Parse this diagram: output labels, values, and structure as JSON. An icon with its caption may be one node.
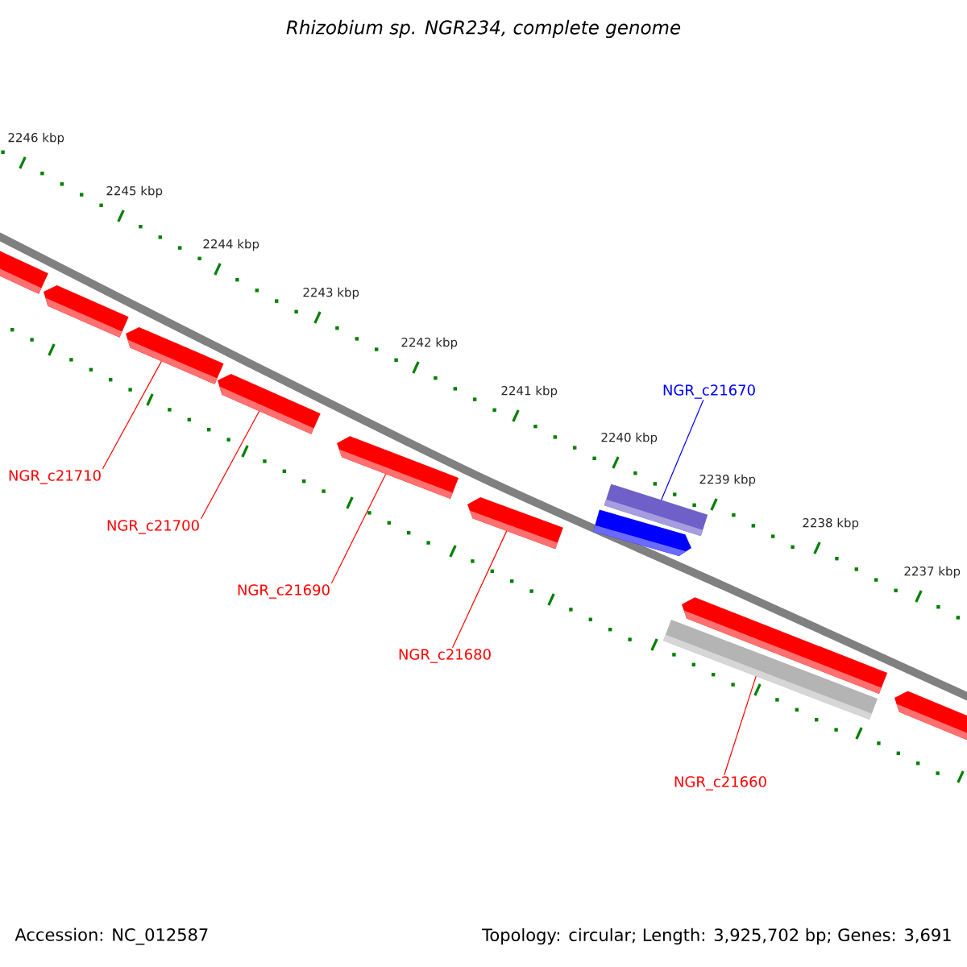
{
  "diagram": {
    "title": "Rhizobium sp. NGR234, complete genome",
    "nodes": [
      {
        "text": [],
        "shape": "pentagon"
      },
      {
        "text": [],
        "shape": "pentagon"
      },
      {
        "text": [],
        "shape": "pentagon"
      },
      {
        "text": [],
        "shape": "pentagon"
      },
      {
        "text": [],
        "shape": "pentagon"
      },
      {
        "text": [],
        "shape": "pentagon"
      },
      {
        "text": [],
        "shape": "bar"
      },
      {
        "text": [],
        "shape": "pentagon"
      },
      {
        "text": [],
        "shape": "pentagon"
      },
      {
        "text": [],
        "shape": "bar"
      },
      {
        "text": [],
        "shape": "pentagon"
      },
      {
        "text": [
          "NGR_c21670"
        ]
      },
      {
        "text": [
          "NGR_c21710"
        ]
      },
      {
        "text": [
          "NGR_c21700"
        ]
      },
      {
        "text": [
          "NGR_c21690"
        ]
      },
      {
        "text": [
          "NGR_c21680"
        ]
      },
      {
        "text": [
          "NGR_c21660"
        ]
      }
    ],
    "edges": [
      {
        "from": 11,
        "to": 6,
        "arrow": "none",
        "color": "#0000ff"
      },
      {
        "from": 12,
        "to": 2,
        "arrow": "none"
      },
      {
        "from": 13,
        "to": 3,
        "arrow": "none"
      },
      {
        "from": 14,
        "to": 4,
        "arrow": "none"
      },
      {
        "from": 15,
        "to": 5,
        "arrow": "none"
      },
      {
        "from": 16,
        "to": 9,
        "arrow": "none"
      }
    ],
    "labels": [
      "2246 kbp",
      "2245 kbp",
      "2244 kbp",
      "2243 kbp",
      "2242 kbp",
      "2241 kbp",
      "2240 kbp",
      "2239 kbp",
      "2238 kbp",
      "2237 kbp",
      "Accession: NC_012587",
      "Topology: circular; Length: 3,925,702 bp; Genes: 3,691"
    ]
  }
}
